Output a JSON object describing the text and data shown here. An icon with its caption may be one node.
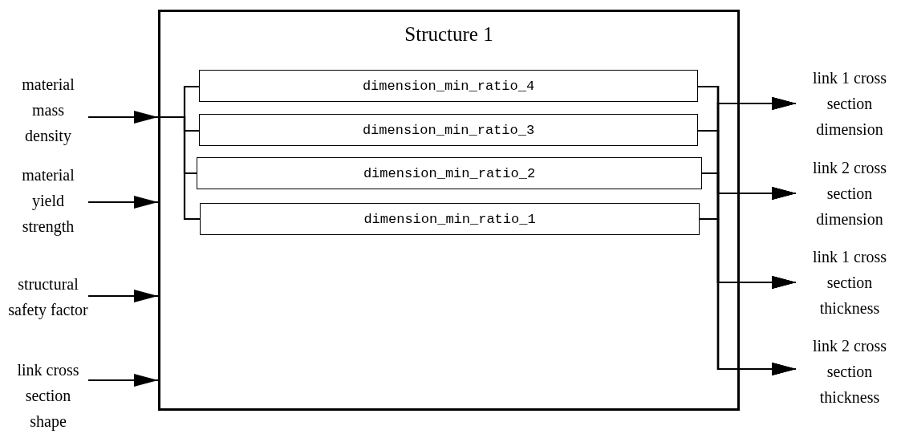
{
  "diagram": {
    "nodes": [
      {
        "text": [
          "Structure 1"
        ]
      },
      {
        "text": [
          "dimension_min_ratio_4"
        ],
        "in": 0
      },
      {
        "text": [
          "dimension_min_ratio_3"
        ],
        "in": 0
      },
      {
        "text": [
          "dimension_min_ratio_2"
        ],
        "in": 0
      },
      {
        "text": [
          "dimension_min_ratio_1"
        ],
        "in": 0
      },
      {
        "text": [
          "material mass density"
        ]
      },
      {
        "text": [
          "material yield strength"
        ]
      },
      {
        "text": [
          "structural safety factor"
        ]
      },
      {
        "text": [
          "link cross section shape"
        ]
      },
      {
        "text": [
          "link 1 cross section dimension"
        ]
      },
      {
        "text": [
          "link 2 cross section dimension"
        ]
      },
      {
        "text": [
          "link 1 cross section thickness"
        ]
      },
      {
        "text": [
          "link 2 cross section thickness"
        ]
      }
    ],
    "edges": [
      {
        "from": 5,
        "to": 0,
        "arrow": "to"
      },
      {
        "from": 6,
        "to": 0,
        "arrow": "to"
      },
      {
        "from": 7,
        "to": 0,
        "arrow": "to"
      },
      {
        "from": 8,
        "to": 0,
        "arrow": "to"
      },
      {
        "from": 0,
        "to": 1,
        "arrow": "none"
      },
      {
        "from": 0,
        "to": 2,
        "arrow": "none"
      },
      {
        "from": 0,
        "to": 3,
        "arrow": "none"
      },
      {
        "from": 0,
        "to": 4,
        "arrow": "none"
      },
      {
        "from": 1,
        "to": 9,
        "arrow": "to"
      },
      {
        "from": 1,
        "to": 10,
        "arrow": "to"
      },
      {
        "from": 1,
        "to": 11,
        "arrow": "to"
      },
      {
        "from": 1,
        "to": 12,
        "arrow": "to"
      },
      {
        "from": 2,
        "to": 9,
        "arrow": "to"
      },
      {
        "from": 2,
        "to": 10,
        "arrow": "to"
      },
      {
        "from": 2,
        "to": 11,
        "arrow": "to"
      },
      {
        "from": 2,
        "to": 12,
        "arrow": "to"
      },
      {
        "from": 3,
        "to": 9,
        "arrow": "to"
      },
      {
        "from": 3,
        "to": 10,
        "arrow": "to"
      },
      {
        "from": 3,
        "to": 11,
        "arrow": "to"
      },
      {
        "from": 3,
        "to": 12,
        "arrow": "to"
      },
      {
        "from": 4,
        "to": 9,
        "arrow": "to"
      },
      {
        "from": 4,
        "to": 10,
        "arrow": "to"
      },
      {
        "from": 4,
        "to": 11,
        "arrow": "to"
      },
      {
        "from": 4,
        "to": 12,
        "arrow": "to"
      }
    ]
  }
}
